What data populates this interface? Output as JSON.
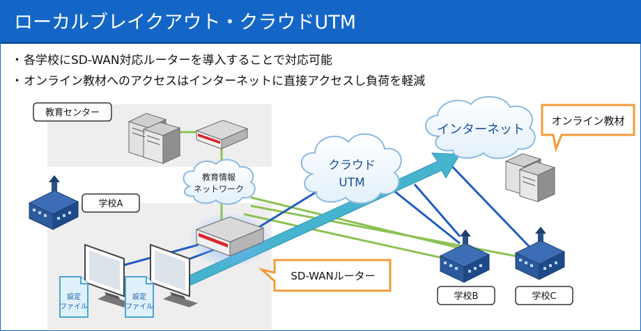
{
  "header": {
    "title": "ローカルブレイクアウト・クラウドUTM"
  },
  "bullets": [
    {
      "marker": "・",
      "text": "各学校にSD-WAN対応ルーターを導入することで対応可能"
    },
    {
      "marker": "・",
      "text": "オンライン教材へのアクセスはインターネットに直接アクセスし負荷を軽減"
    }
  ],
  "diagram": {
    "education_center_label": "教育センター",
    "school_a_label": "学校A",
    "school_b_label": "学校B",
    "school_c_label": "学校C",
    "edu_network_line1": "教育情報",
    "edu_network_line2": "ネットワーク",
    "cloud_utm_line1": "クラウド",
    "cloud_utm_line2": "UTM",
    "internet_label": "インターネット",
    "online_material_callout": "オンライン教材",
    "sdwan_router_callout": "SD-WANルーター",
    "settings_file_line1": "設定",
    "settings_file_line2": "ファイル",
    "colors": {
      "header_blue": "#1466c6",
      "green_link": "#8cc152",
      "blue_link": "#1f5bbf",
      "teal_arrow": "#46b3cf",
      "callout_orange": "#f29a38"
    }
  }
}
